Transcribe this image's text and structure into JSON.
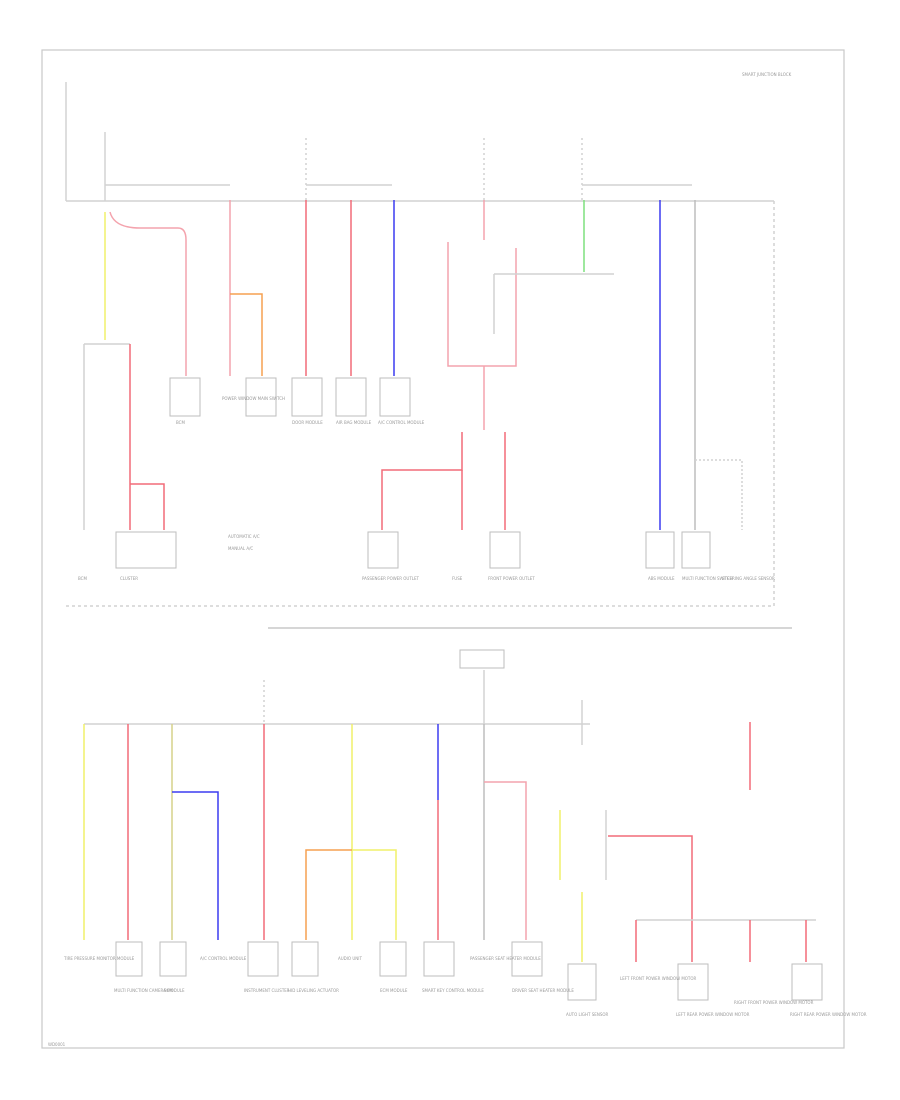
{
  "header": {
    "title": "SMART JUNCTION BLOCK"
  },
  "legend": {
    "items": [
      "AUTOMATIC A/C",
      "MANUAL A/C"
    ]
  },
  "colors": {
    "frame": "#c8c8c8",
    "wire_neutral": "#d2d2d2",
    "wire_red": "#f26b78",
    "wire_pink": "#f4a3ad",
    "wire_blue": "#3c3cf0",
    "wire_yellow": "#f0f06a",
    "wire_orange": "#f5a050",
    "wire_green": "#7ee07e",
    "label_text": "#9a9a9a"
  },
  "components_top": [
    "BCM",
    "BCM",
    "POWER WINDOW MAIN SWITCH",
    "DOOR MODULE",
    "AIR BAG MODULE",
    "A/C CONTROL MODULE",
    "CLUSTER",
    "PASSENGER POWER OUTLET",
    "FUSE",
    "FRONT POWER OUTLET",
    "ABS MODULE",
    "MULTI FUNCTION SWITCH",
    "STEERING ANGLE SENSOR"
  ],
  "components_bottom": [
    "TIRE PRESSURE MONITOR MODULE",
    "MULTI FUNCTION CAMERA MODULE",
    "BCM",
    "A/C CONTROL MODULE",
    "INSTRUMENT CLUSTER",
    "HID LEVELING ACTUATOR",
    "AUDIO UNIT",
    "ECM MODULE",
    "SMART KEY CONTROL MODULE",
    "PASSENGER SEAT HEATER MODULE",
    "DRIVER SEAT HEATER MODULE",
    "AUTO LIGHT SENSOR",
    "LEFT FRONT POWER WINDOW MOTOR",
    "LEFT REAR POWER WINDOW MOTOR",
    "RIGHT FRONT POWER WINDOW MOTOR",
    "RIGHT REAR POWER WINDOW MOTOR"
  ],
  "footer": {
    "code": "WD0001"
  }
}
